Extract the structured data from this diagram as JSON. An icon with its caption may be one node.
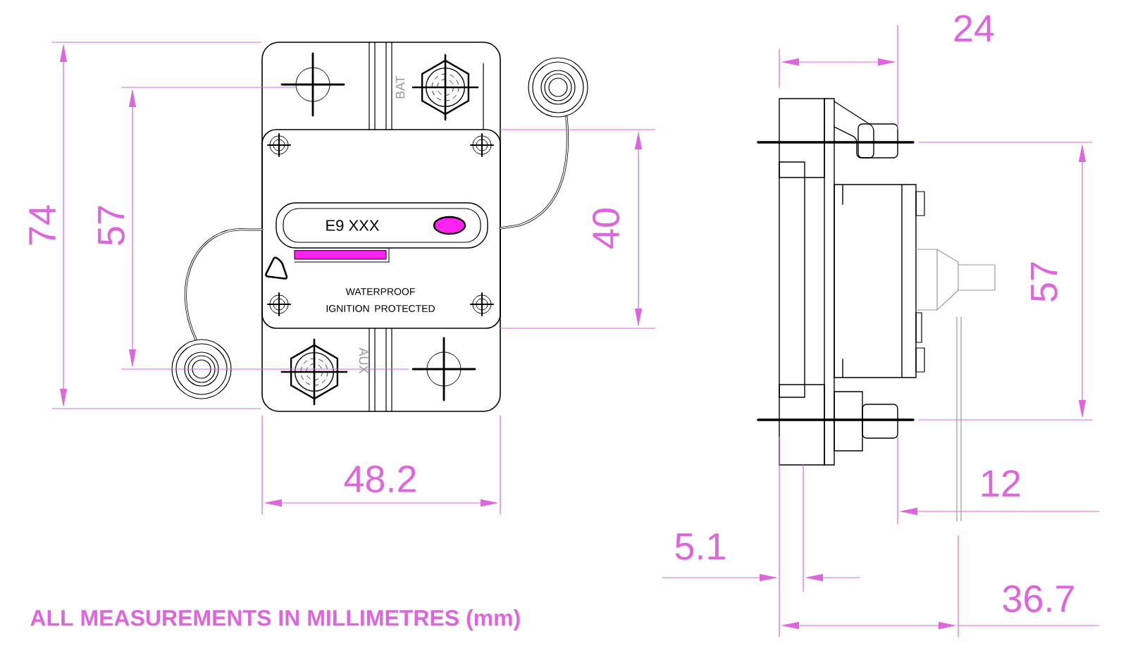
{
  "diagram": {
    "labels": [
      "74",
      "57",
      "BAT",
      "40",
      "E9 XXX",
      "WATERPROOF IGNITION PROTECTED",
      "AUX",
      "48.2",
      "24",
      "57",
      "12",
      "5.1",
      "36.7",
      "ALL MEASUREMENTS IN MILLIMETRES (mm)"
    ]
  }
}
